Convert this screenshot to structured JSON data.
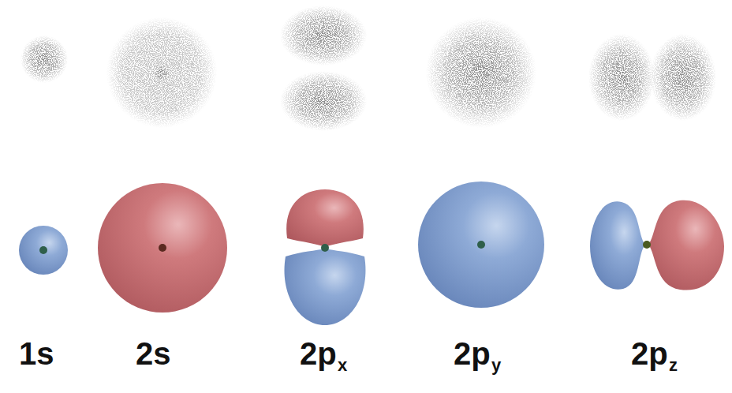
{
  "diagram": {
    "labels": [
      "1s",
      "2s",
      "2p",
      "x",
      "2p",
      "y",
      "2p",
      "z"
    ]
  }
}
